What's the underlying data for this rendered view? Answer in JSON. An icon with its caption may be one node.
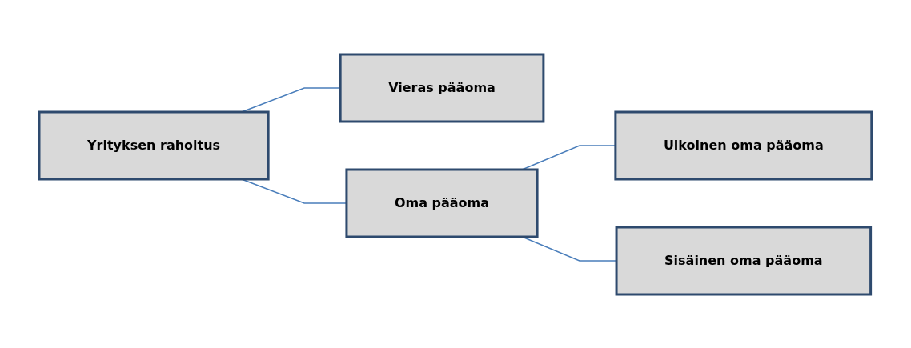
{
  "diagram": {
    "nodes": [
      {
        "text": [
          "Yrityksen rahoitus"
        ]
      },
      {
        "text": [
          "Vieras pääoma"
        ]
      },
      {
        "text": [
          "Oma pääoma"
        ]
      },
      {
        "text": [
          "Ulkoinen oma pääoma"
        ]
      },
      {
        "text": [
          "Sisäinen oma pääoma"
        ]
      }
    ],
    "edges": [
      {
        "from": 0,
        "to": 1,
        "arrow": "none"
      },
      {
        "from": 0,
        "to": 2,
        "arrow": "none"
      },
      {
        "from": 2,
        "to": 3,
        "arrow": "none"
      },
      {
        "from": 2,
        "to": 4,
        "arrow": "none"
      }
    ]
  }
}
